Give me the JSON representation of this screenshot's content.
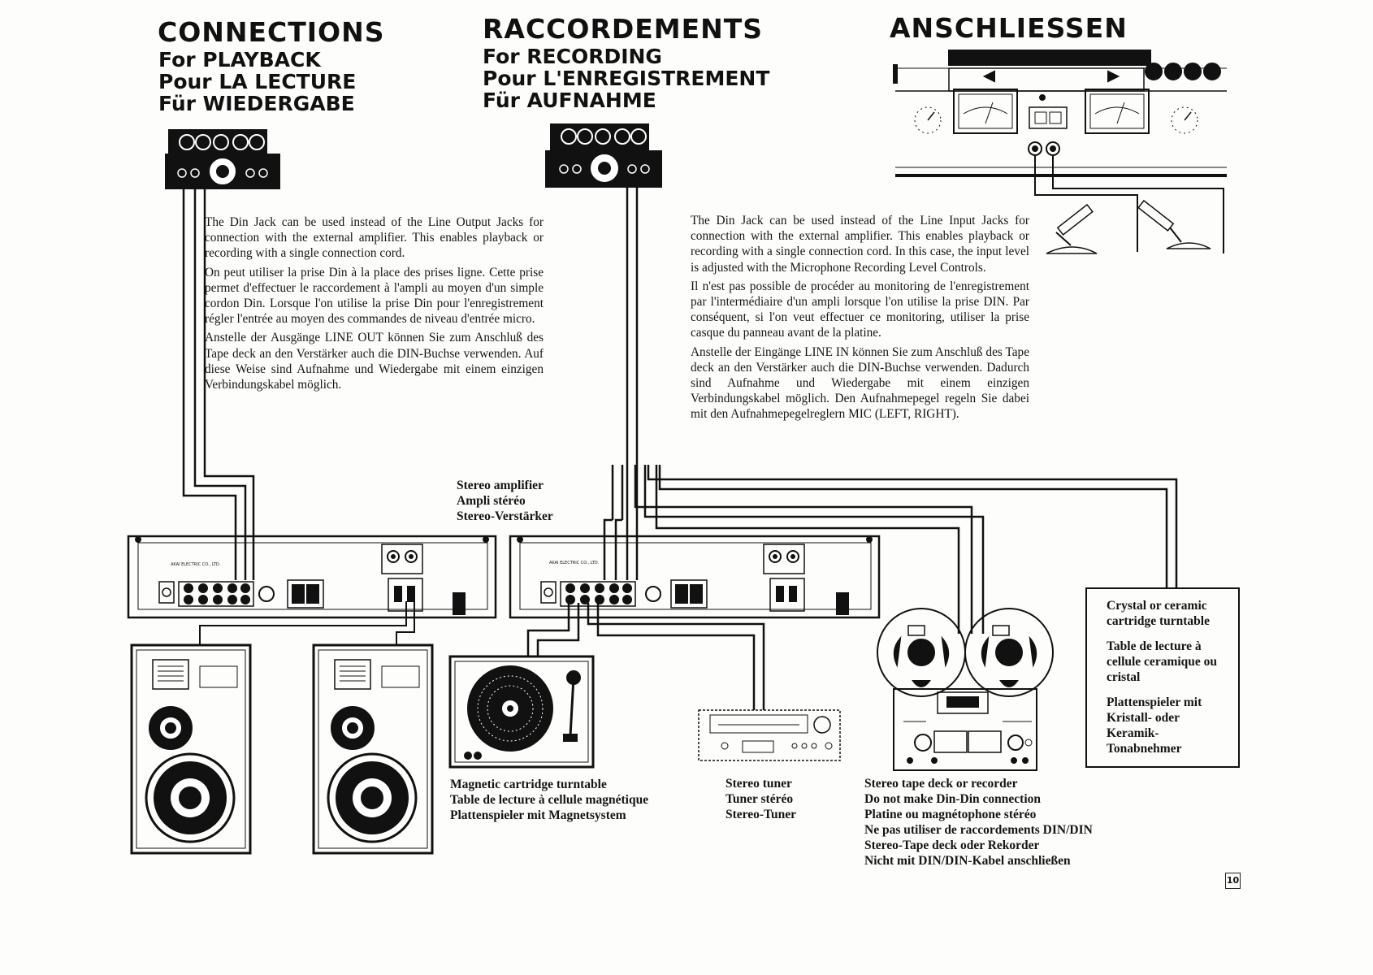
{
  "headings": {
    "connections": "CONNECTIONS",
    "raccordements": "RACCORDEMENTS",
    "anschliessen": "ANSCHLIESSEN"
  },
  "playback": [
    "For PLAYBACK",
    "Pour LA LECTURE",
    "Für WIEDERGABE"
  ],
  "recording": [
    "For RECORDING",
    "Pour L'ENREGISTREMENT",
    "Für AUFNAHME"
  ],
  "text_playback": [
    "The Din Jack can be used instead of the Line Output Jacks for connection with the external amplifier. This enables playback or recording with a single connection cord.",
    "On peut utiliser la prise Din à la place des prises ligne. Cette prise permet d'effectuer le raccordement à l'ampli au moyen d'un simple cordon Din. Lorsque l'on utilise la prise Din pour l'enregistrement régler l'entrée au moyen des commandes de niveau d'entrée micro.",
    "Anstelle der Ausgänge LINE OUT können Sie zum Anschluß des Tape deck an den Verstärker auch die DIN-Buchse verwenden. Auf diese Weise sind Aufnahme und Wiedergabe mit einem einzigen Verbindungskabel möglich."
  ],
  "text_recording": [
    "The Din Jack can be used instead of the Line Input Jacks for connection with the external amplifier. This enables playback or recording with a single connection cord. In this case, the input level is adjusted with the Microphone Recording Level Controls.",
    "Il n'est pas possible de procéder au monitoring de l'enregistrement par l'intermédiaire d'un ampli lorsque l'on utilise la prise DIN. Par conséquent, si l'on veut effectuer ce monitoring, utiliser la prise casque du panneau avant de la platine.",
    "Anstelle der Eingänge LINE IN können Sie zum Anschluß des Tape deck an den Verstärker auch die DIN-Buchse verwenden. Dadurch sind Aufnahme und Wiedergabe mit einem einzigen Verbindungskabel möglich. Den Aufnahmepegel regeln Sie dabei mit den Aufnahmepegelreglern MIC (LEFT, RIGHT)."
  ],
  "captions": {
    "amplifier": [
      "Stereo amplifier",
      "Ampli stéréo",
      "Stereo-Verstärker"
    ],
    "magnetic_turntable": [
      "Magnetic cartridge turntable",
      "Table de lecture à cellule magnétique",
      "Plattenspieler mit Magnetsystem"
    ],
    "tuner": [
      "Stereo tuner",
      "Tuner stéréo",
      "Stereo-Tuner"
    ],
    "tape_deck": [
      "Stereo tape deck or recorder",
      "Do not make Din-Din connection",
      "Platine ou magnétophone stéréo",
      "Ne pas utiliser de raccordements DIN/DIN",
      "Stereo-Tape deck oder Rekorder",
      "Nicht mit DIN/DIN-Kabel anschließen"
    ],
    "crystal_turntable": [
      "Crystal or ceramic cartridge turntable",
      "Table de lecture à cellule ceramique ou cristal",
      "Plattenspieler mit Kristall- oder Keramik-Tonabnehmer"
    ]
  },
  "amp_label": "AKAI ELECTRIC CO., LTD.",
  "page_number": "10"
}
